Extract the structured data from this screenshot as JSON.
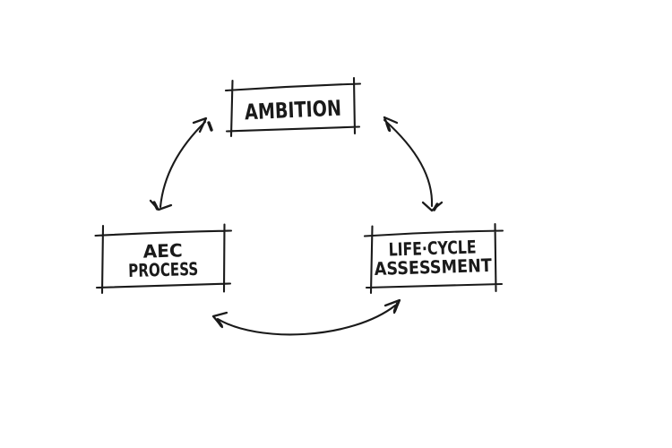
{
  "diagram": {
    "colors": {
      "ink": "#1a1a1a",
      "background": "#ffffff"
    },
    "nodes": [
      {
        "id": "ambition",
        "lines": [
          "AMBITION"
        ]
      },
      {
        "id": "aec-process",
        "lines": [
          "AEC",
          "PROCESS"
        ]
      },
      {
        "id": "life-cycle-assessment",
        "lines": [
          "LIFE·CYCLE",
          "ASSESSMENT"
        ]
      }
    ],
    "connections": [
      {
        "from": "ambition",
        "to": "aec-process",
        "type": "curved-double-headed-arrow"
      },
      {
        "from": "ambition",
        "to": "life-cycle-assessment",
        "type": "curved-double-headed-arrow"
      },
      {
        "from": "aec-process",
        "to": "life-cycle-assessment",
        "type": "curved-double-headed-arrow"
      }
    ]
  }
}
